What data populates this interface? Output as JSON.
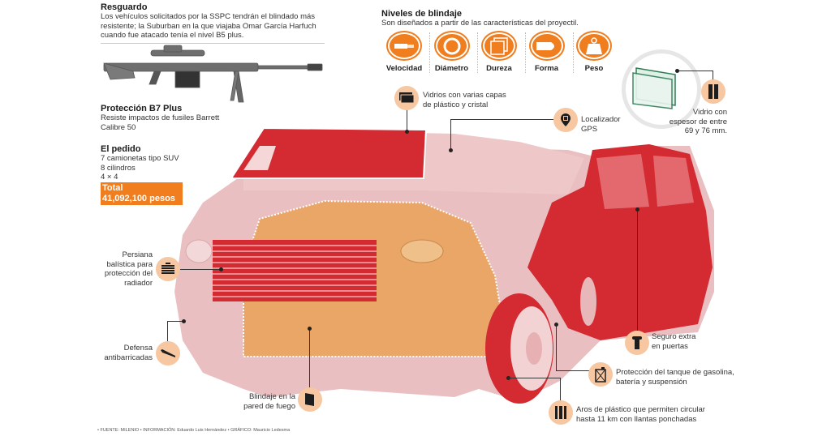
{
  "resguardo": {
    "title": "Resguardo",
    "text": "Los vehículos solicitados por la SSPC tendrán el blindado más resistente; la Suburban en la que viajaba Omar García Harfuch cuando fue atacado tenía el nivel B5 plus."
  },
  "proteccion": {
    "title": "Protección B7 Plus",
    "line1": "Resiste impactos de fusiles Barrett",
    "line2": "Calibre 50"
  },
  "pedido": {
    "title": "El pedido",
    "items": [
      "7 camionetas tipo SUV",
      "8 cilindros",
      "4 × 4"
    ],
    "total_label": "Total",
    "total_value": "41,092,100 pesos"
  },
  "niveles": {
    "title": "Niveles de blindaje",
    "subtitle": "Son diseñados a partir de las características del proyectil.",
    "items": [
      {
        "label": "Velocidad",
        "icon": "bullet-speed-icon"
      },
      {
        "label": "Diámetro",
        "icon": "ring-icon"
      },
      {
        "label": "Dureza",
        "icon": "square-stack-icon"
      },
      {
        "label": "Forma",
        "icon": "bullet-icon"
      },
      {
        "label": "Peso",
        "icon": "weight-icon"
      }
    ]
  },
  "callouts": {
    "vidrio": {
      "line1": "Vidrio con",
      "line2": "espesor de entre",
      "line3": "69 y 76 mm."
    },
    "vidrios_capas": {
      "line1": "Vidrios con varias capas",
      "line2": "de plástico y cristal"
    },
    "gps": {
      "line1": "Localizador",
      "line2": "GPS"
    },
    "persiana": {
      "line1": "Persiana",
      "line2": "balística para",
      "line3": "protección del",
      "line4": "radiador"
    },
    "defensa": {
      "line1": "Defensa",
      "line2": "antibarricadas"
    },
    "blindaje_fuego": {
      "line1": "Blindaje en la",
      "line2": "pared de fuego"
    },
    "seguro": {
      "line1": "Seguro extra",
      "line2": "en puertas"
    },
    "tanque": {
      "line1": "Protección del tanque de gasolina,",
      "line2": "batería y suspensión"
    },
    "aros": {
      "line1": "Aros de plástico que permiten circular",
      "line2": "hasta 11 km con llantas ponchadas"
    }
  },
  "footer": {
    "credits": "• FUENTE: MILENIO • INFORMACIÓN: Eduardo Luis Hernández • GRÁFICO: Mauricio Ledesma"
  },
  "colors": {
    "accent_orange": "#f07d1e",
    "bubble_peach": "#f6c7a0",
    "armor_red": "#d0202a",
    "car_pink": "#e9b8ba",
    "engine_orange": "#e9a45f"
  }
}
